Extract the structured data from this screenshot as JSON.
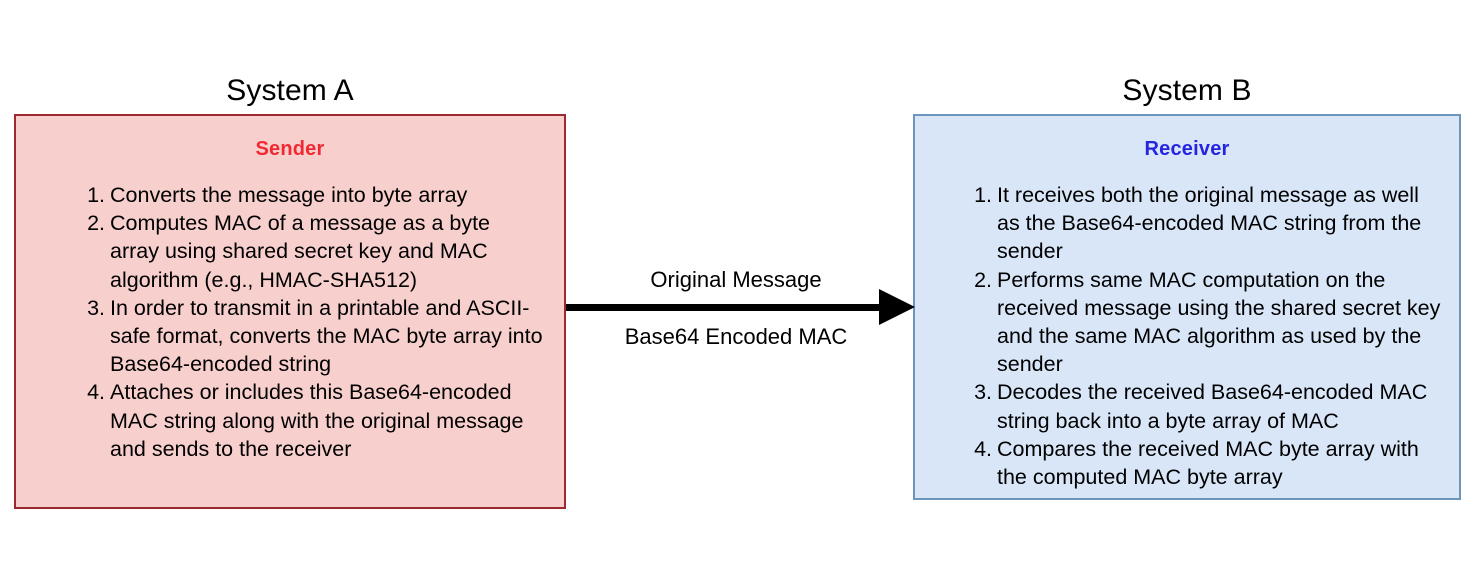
{
  "diagram": {
    "title_left": "System A",
    "title_right": "System B",
    "sender": {
      "heading": "Sender",
      "steps": [
        {
          "num": "1.",
          "text": "Converts the message into byte array"
        },
        {
          "num": "2.",
          "text": "Computes MAC of a message as a byte array using shared secret key and MAC algorithm (e.g., HMAC-SHA512)"
        },
        {
          "num": "3.",
          "text": "In order to transmit in a printable and ASCII-safe format, converts the MAC byte array into Base64-encoded string"
        },
        {
          "num": "4.",
          "text": "Attaches or includes this Base64-encoded MAC string along with the original message and sends to the receiver"
        }
      ]
    },
    "receiver": {
      "heading": "Receiver",
      "steps": [
        {
          "num": "1.",
          "text": "It receives both the original message as well as the Base64-encoded MAC string from the sender"
        },
        {
          "num": "2.",
          "text": "Performs same MAC computation on the received message using the shared secret key and the same MAC algorithm as used by the sender"
        },
        {
          "num": "3.",
          "text": "Decodes the received Base64-encoded MAC string back into a byte array of MAC"
        },
        {
          "num": "4.",
          "text": "Compares the received MAC byte array with the computed MAC byte array"
        }
      ]
    },
    "arrow": {
      "label_top": "Original Message",
      "label_bottom": "Base64 Encoded MAC",
      "direction": "left-to-right"
    },
    "colors": {
      "sender_fill": "#f7cfcd",
      "sender_border": "#9e2a31",
      "sender_heading": "#ef2a33",
      "receiver_fill": "#d8e6f8",
      "receiver_border": "#6d96bd",
      "receiver_heading": "#2525e0",
      "arrow": "#000000",
      "background": "#ffffff",
      "text": "#000000"
    }
  }
}
